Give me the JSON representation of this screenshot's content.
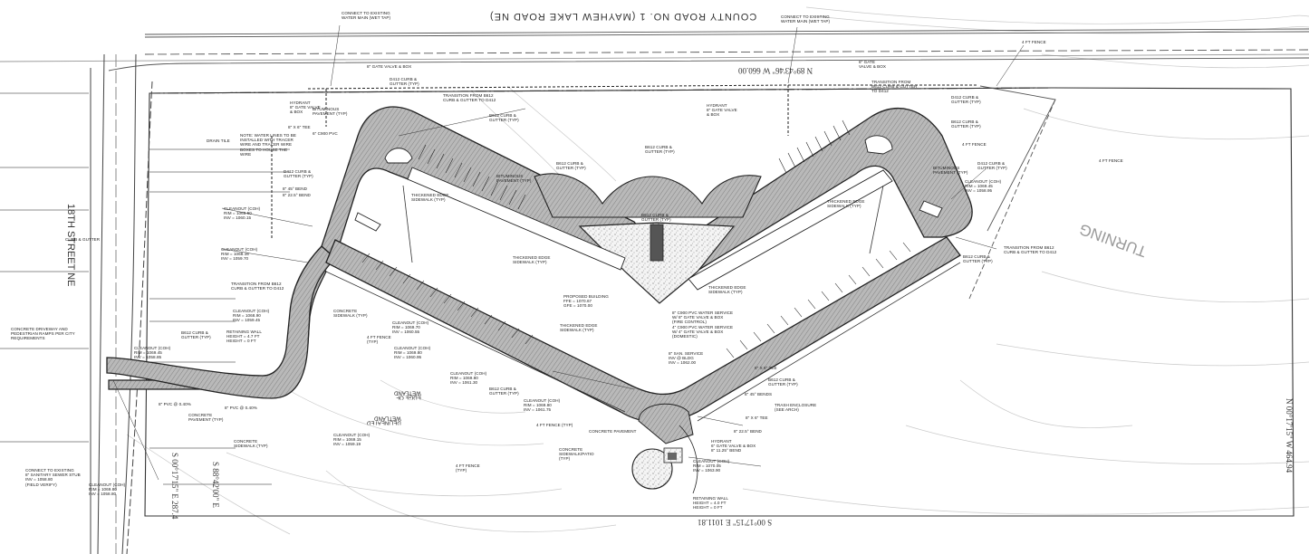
{
  "roads": {
    "county_road": "COUNTY ROAD NO. 1  (MAYHEW LAKE ROAD NE)",
    "street_18th": "18TH STREET NE",
    "turning": "TURNING"
  },
  "bearings": {
    "north_line": "N 89°43'46\" W 660.00",
    "east_line": "N 00°17'15\" W 464.94",
    "south_line": "S 00°17'15\" E 1011.81",
    "south_west": "S 88°42'00\" E",
    "south_west_b": "S 00°17'15\" E 287.4"
  },
  "labels": [
    {
      "key": "wm_west",
      "text": "CONNECT TO EXISTING\nWATER MAIN (WET TAP)"
    },
    {
      "key": "wm_east",
      "text": "CONNECT TO EXISTING\nWATER MAIN (WET TAP)"
    },
    {
      "key": "gate_valve_w",
      "text": "8\" GATE VALVE & BOX"
    },
    {
      "key": "d412_w",
      "text": "D412 CURB &\nGUTTER (TYP)"
    },
    {
      "key": "hydrant_w",
      "text": "HYDRANT\n8\" GATE VALVE\n& BOX"
    },
    {
      "key": "bit_pav_w",
      "text": "BITUMINOUS\nPAVEMENT (TYP)"
    },
    {
      "key": "trans_b612",
      "text": "TRANSITION FROM B612\nCURB & GUTTER TO D412"
    },
    {
      "key": "b612_w",
      "text": "B612 CURB &\nGUTTER (TYP)"
    },
    {
      "key": "tee_w",
      "text": "8\" X 6\" TEE"
    },
    {
      "key": "cpvc_w",
      "text": "6\" C900 PVC"
    },
    {
      "key": "note",
      "text": "NOTE: WATER LINES TO BE\nINSTALLED WITH TRACER\nWIRE AND TRACER WIRE\nBOXES TO HOUSE THE\nWIRE"
    },
    {
      "key": "drain_tile",
      "text": "DRAIN TILE"
    },
    {
      "key": "d412_w2",
      "text": "D412 CURB &\nGUTTER (TYP)"
    },
    {
      "key": "bend_45",
      "text": "8\" 45° BEND"
    },
    {
      "key": "bend_22",
      "text": "8\" 22.5° BEND"
    },
    {
      "key": "curb_gutter",
      "text": "CURB & GUTTER"
    },
    {
      "key": "cleanout_1",
      "text": "CLEANOUT (COH)\nRIM = 1068.50\nINV = 1060.15"
    },
    {
      "key": "cleanout_2",
      "text": "CLEANOUT (COH)\nRIM = 1068.15\nINV = 1059.70"
    },
    {
      "key": "trans_b612_w",
      "text": "TRANSITION FROM B612\nCURB & GUTTER TO D412"
    },
    {
      "key": "driveway",
      "text": "CONCRETE DRIVEWAY AND\nPEDESTRIAN RAMPS PER CITY\nREQUIREMENTS"
    },
    {
      "key": "cleanout_3",
      "text": "CLEANOUT (COH)\nRIM = 1068.90\nINV = 1059.45"
    },
    {
      "key": "ret_wall",
      "text": "RETAINING WALL\nHEIGHT = 4.7 FT\nHEIGHT = 0 FT"
    },
    {
      "key": "b612_sw",
      "text": "B612 CURB &\nGUTTER (TYP)"
    },
    {
      "key": "cleanout_4",
      "text": "CLEANOUT (COH)\nRIM = 1069.45\nINV = 1058.85"
    },
    {
      "key": "pvc_w",
      "text": "8\" PVC @ 0.40%"
    },
    {
      "key": "pvc_w2",
      "text": "8\" PVC @ 0.40%"
    },
    {
      "key": "conc_pav",
      "text": "CONCRETE\nPAVEMENT (TYP)"
    },
    {
      "key": "conc_walk",
      "text": "CONCRETE\nSIDEWALK (TYP)"
    },
    {
      "key": "cleanout_5",
      "text": "CLEANOUT (COH)\nRIM = 1069.15\nINV = 1059.19"
    },
    {
      "key": "san_stub",
      "text": "CONNECT TO EXISTING\n8\" SANITARY SEWER STUB\nINV = 1058.80\n(FIELD VERIFY)"
    },
    {
      "key": "cleanout_6",
      "text": "CLEANOUT (COH)\nRIM = 1069.80\nINV = 1058.80"
    },
    {
      "key": "ft_fence_c",
      "text": "4 FT FENCE\n(TYP)"
    },
    {
      "key": "conc_sidewalk_c",
      "text": "CONCRETE\nSIDEWALK (TYP)"
    },
    {
      "key": "cleanout_7",
      "text": "CLEANOUT (COH)\nRIM = 1069.70\nINV = 1060.55"
    },
    {
      "key": "cleanout_8",
      "text": "CLEANOUT (COH)\nRIM = 1069.80\nINV = 1060.95"
    },
    {
      "key": "thick_edge",
      "text": "THICKENED EDGE\nSIDEWALK (TYP)"
    },
    {
      "key": "thick_edge2",
      "text": "THICKENED EDGE\nSIDEWALK (TYP)"
    },
    {
      "key": "b612_c",
      "text": "B612 CURB &\nGUTTER (TYP)"
    },
    {
      "key": "bit_c",
      "text": "BITUMINOUS\nPAVEMENT (TYP)"
    },
    {
      "key": "b612_top",
      "text": "B612 CURB &\nGUTTER (TYP)"
    },
    {
      "key": "b612_island",
      "text": "B612 CURB &\nGUTTER (TYP)"
    },
    {
      "key": "proposed_bldg",
      "text": "PROPOSED BUILDING\nFFE = 1070.67\nGFE = 1070.00"
    },
    {
      "key": "thick_edge3",
      "text": "THICKENED EDGE\nSIDEWALK (TYP)"
    },
    {
      "key": "thick_edge4",
      "text": "THICKENED EDGE\nSIDEWALK (TYP)"
    },
    {
      "key": "san_service",
      "text": "8\" SAN. SERVICE\nINV @ BLDG\nINV = 1062.00"
    },
    {
      "key": "water_service",
      "text": "8\" C900 PVC WATER SERVICE\nW/ 8\" GATE VALVE & BOX\n(FIRE CONTROL)\n4\" C900 PVC WATER SERVICE\nW/ 4\" GATE VALVE & BOX\n(DOMESTIC)"
    },
    {
      "key": "cleanout_9",
      "text": "CLEANOUT (COH)\nRIM = 1069.80\nINV = 1061.30"
    },
    {
      "key": "b612_sc",
      "text": "B612 CURB &\nGUTTER (TYP)"
    },
    {
      "key": "cleanout_10",
      "text": "CLEANOUT (COH)\nRIM = 1069.80\nINV = 1061.75"
    },
    {
      "key": "ft_fence_s",
      "text": "4 FT FENCE (TYP)"
    },
    {
      "key": "conc_pav_s",
      "text": "CONCRETE PAVEMENT"
    },
    {
      "key": "conc_walk_s",
      "text": "CONCRETE\nSIDEWALK/PATIO\n(TYP)"
    },
    {
      "key": "ft_fence_s2",
      "text": "4 FT FENCE\n(TYP)"
    },
    {
      "key": "tee_s",
      "text": "8\" X 6\" TEE"
    },
    {
      "key": "hydrant_s",
      "text": "HYDRANT\n6\" GATE VALVE & BOX\n8\" 11.25° BEND"
    },
    {
      "key": "bend_45s",
      "text": "8\" 22.5° BEND"
    },
    {
      "key": "cleanout_11",
      "text": "CLEANOUT (COH)\nRIM = 1070.05\nINV = 1063.90"
    },
    {
      "key": "ret_wall_s",
      "text": "RETAINING WALL\nHEIGHT = 4.0 FT\nHEIGHT = 0 FT"
    },
    {
      "key": "trash",
      "text": "TRASH ENCLOSURE\n(SEE ARCH)"
    },
    {
      "key": "tee_s2",
      "text": "8\" X 6\" TEE"
    },
    {
      "key": "bend_s3",
      "text": "8\" 45° BENDS"
    },
    {
      "key": "b612_e",
      "text": "B612 CURB &\nGUTTER (TYP)"
    },
    {
      "key": "cleanout_12",
      "text": "CLEANOUT (COH)\nRIM = 1069.45\nINV = 1058.95"
    },
    {
      "key": "e_gate",
      "text": "6\" GATE\nVALVE & BOX"
    },
    {
      "key": "trans_d412_e",
      "text": "TRANSITION FROM\nB612 CURB & GUTTER\nTO D412"
    },
    {
      "key": "d412_e",
      "text": "D412 CURB &\nGUTTER (TYP)"
    },
    {
      "key": "b612_e2",
      "text": "B612 CURB &\nGUTTER (TYP)"
    },
    {
      "key": "ft_fence_e",
      "text": "4 FT FENCE"
    },
    {
      "key": "ft_fence_e2",
      "text": "4 FT FENCE"
    },
    {
      "key": "ft_fence_e3",
      "text": "4 FT FENCE"
    },
    {
      "key": "d412_e2",
      "text": "D412 CURB &\nGUTTER (TYP)"
    },
    {
      "key": "bit_e",
      "text": "BITUMINOUS\nPAVEMENT (TYP)"
    },
    {
      "key": "thick_e",
      "text": "THICKENED EDGE\nSIDEWALK (TYP)"
    },
    {
      "key": "trans_e2",
      "text": "TRANSITION FROM B612\nCURB & GUTTER TO D412"
    },
    {
      "key": "b612_e3",
      "text": "B612 CURB &\nGUTTER (TYP)"
    },
    {
      "key": "hydrant_e",
      "text": "HYDRANT\n8\" GATE VALVE\n& BOX"
    },
    {
      "key": "edge_wetland",
      "text": "EDGE OF\nWETLAND"
    },
    {
      "key": "delineated",
      "text": "DELINEATED\nWETLAND"
    }
  ]
}
